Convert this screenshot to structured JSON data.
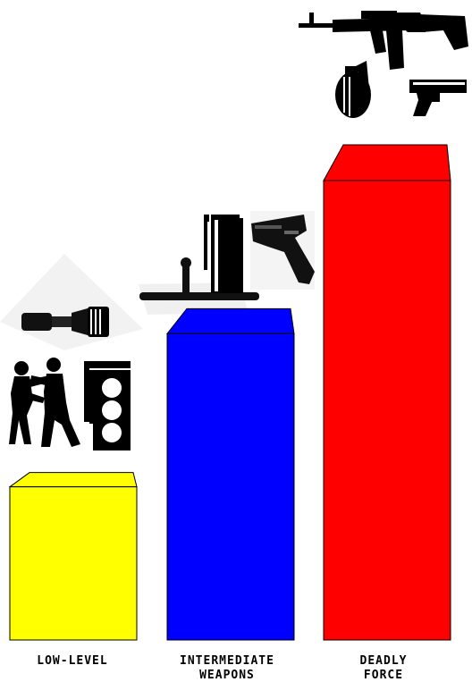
{
  "chart_data": {
    "type": "bar",
    "categories": [
      "LOW-LEVEL",
      "INTERMEDIATE\nWEAPONS",
      "DEADLY\nFORCE"
    ],
    "values": [
      1,
      2,
      3
    ],
    "colors": [
      "#ffff00",
      "#0000ff",
      "#ff0000"
    ],
    "ylim": [
      0,
      3
    ],
    "grid": false,
    "icons": [
      [
        "flashlight-icon",
        "grappling-figures-icon",
        "traffic-light-icon"
      ],
      [
        "baton-icon",
        "pepper-spray-icon",
        "taser-icon"
      ],
      [
        "assault-rifle-icon",
        "grenade-icon",
        "handgun-icon"
      ]
    ]
  }
}
